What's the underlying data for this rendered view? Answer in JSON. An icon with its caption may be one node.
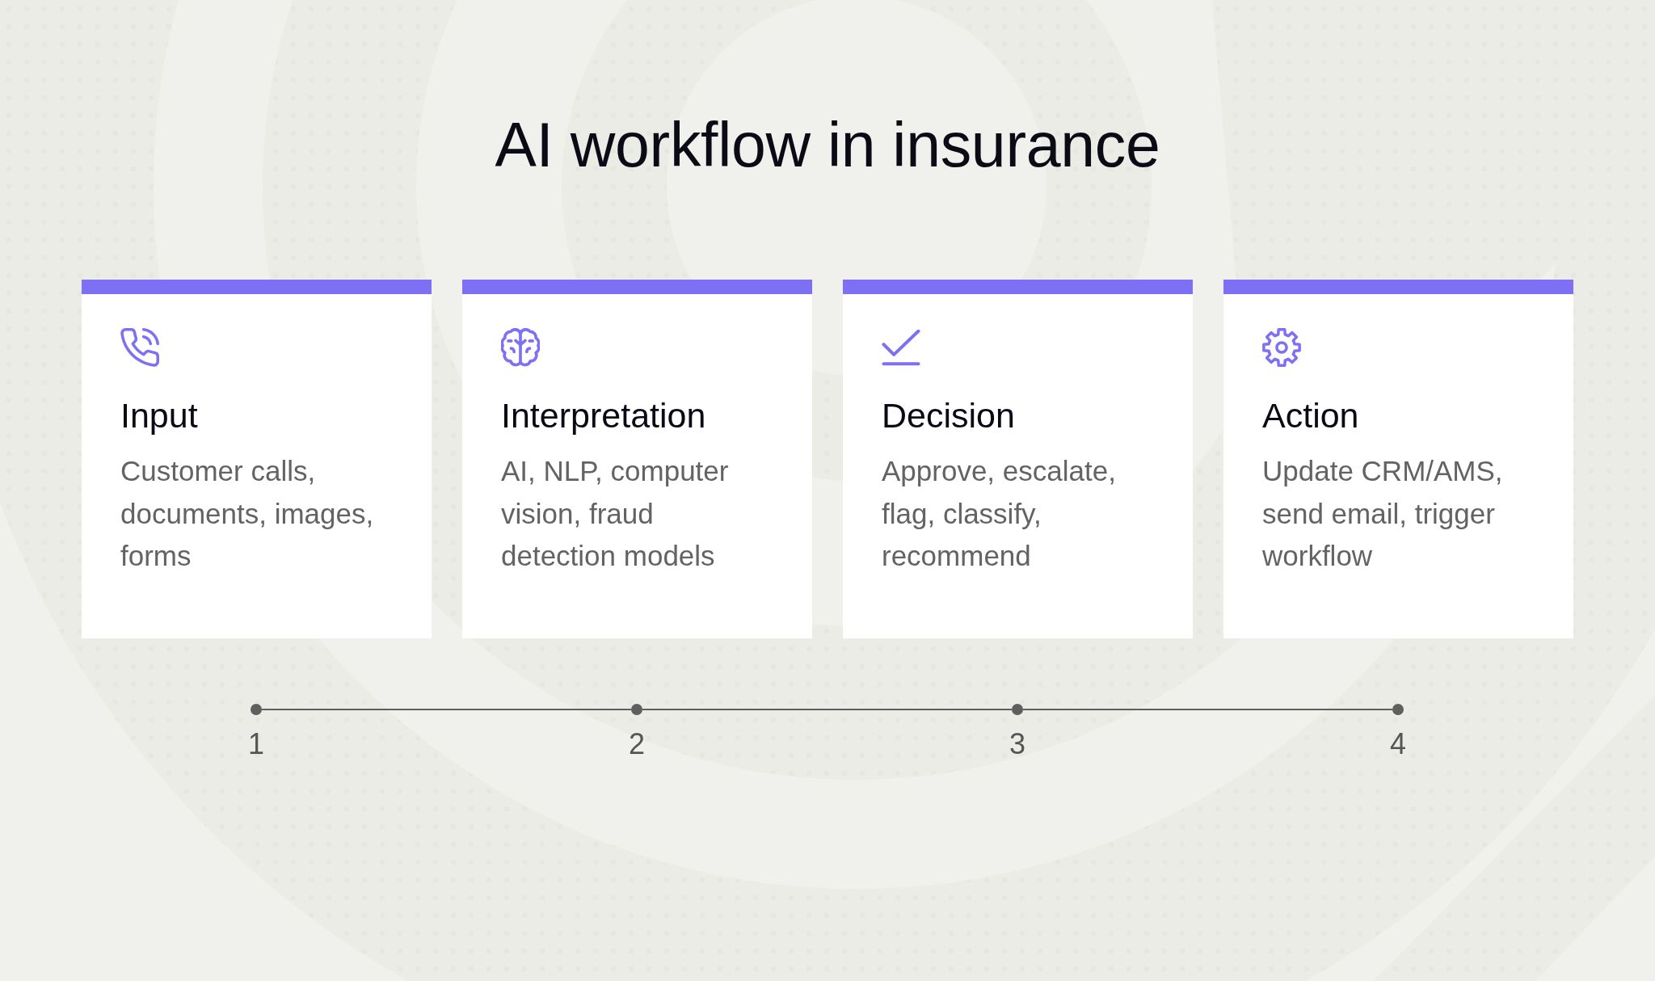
{
  "diagram": {
    "title": "AI workflow in insurance",
    "nodes": [
      {
        "text": [
          "Input",
          "Customer calls, documents, images, forms"
        ]
      },
      {
        "text": [
          "Interpretation",
          "AI, NLP, computer vision, fraud detection models"
        ]
      },
      {
        "text": [
          "Decision",
          "Approve, escalate, flag, classify, recommend"
        ]
      },
      {
        "text": [
          "Action",
          "Update CRM/AMS, send email, trigger workflow"
        ]
      },
      {
        "text": [],
        "shape": "circle",
        "beside": [
          "1"
        ]
      },
      {
        "text": [],
        "shape": "circle",
        "beside": [
          "2"
        ]
      },
      {
        "text": [],
        "shape": "circle",
        "beside": [
          "3"
        ]
      },
      {
        "text": [],
        "shape": "circle",
        "beside": [
          "4"
        ]
      }
    ],
    "edges": [
      {
        "from": 4,
        "to": 5,
        "arrow": "none"
      },
      {
        "from": 5,
        "to": 6,
        "arrow": "none"
      },
      {
        "from": 6,
        "to": 7,
        "arrow": "none"
      }
    ]
  }
}
